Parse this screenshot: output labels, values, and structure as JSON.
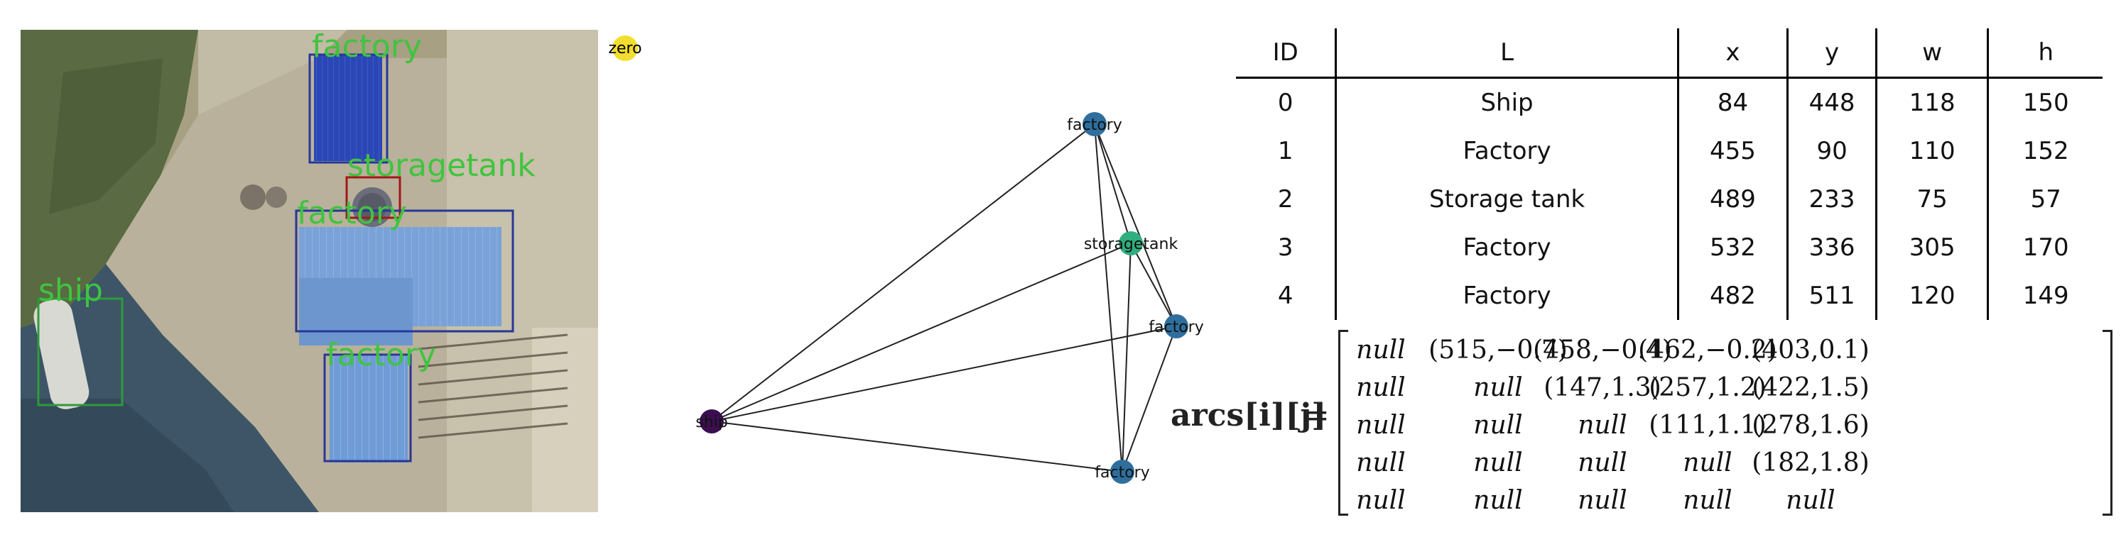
{
  "badge": {
    "label": "zero",
    "color": "#f3dd2e"
  },
  "aerial": {
    "detection_color": "#3fc43f",
    "detections": [
      {
        "label": "factory"
      },
      {
        "label": "storagetank"
      },
      {
        "label": "factory"
      },
      {
        "label": "ship"
      },
      {
        "label": "factory"
      }
    ]
  },
  "graph": {
    "nodes": [
      {
        "label": "factory",
        "color": "#2e6f9e"
      },
      {
        "label": "storagetank",
        "color": "#2fae7e"
      },
      {
        "label": "factory",
        "color": "#2e6f9e"
      },
      {
        "label": "ship",
        "color": "#3b0f4f"
      },
      {
        "label": "factory",
        "color": "#2e6f9e"
      }
    ]
  },
  "table": {
    "headers": [
      "ID",
      "L",
      "x",
      "y",
      "w",
      "h"
    ],
    "rows": [
      [
        "0",
        "Ship",
        "84",
        "448",
        "118",
        "150"
      ],
      [
        "1",
        "Factory",
        "455",
        "90",
        "110",
        "152"
      ],
      [
        "2",
        "Storage tank",
        "489",
        "233",
        "75",
        "57"
      ],
      [
        "3",
        "Factory",
        "532",
        "336",
        "305",
        "170"
      ],
      [
        "4",
        "Factory",
        "482",
        "511",
        "120",
        "149"
      ]
    ]
  },
  "arcs": {
    "label": "arcs[i][j]",
    "equals": "=",
    "matrix": [
      [
        "null",
        "(515,−0.7)",
        "(458,−0.4)",
        "(462,−0.2)",
        "(403,0.1)"
      ],
      [
        "null",
        "null",
        "(147,1.3)",
        "(257,1.2)",
        "(422,1.5)"
      ],
      [
        "null",
        "null",
        "null",
        "(111,1.1)",
        "(278,1.6)"
      ],
      [
        "null",
        "null",
        "null",
        "null",
        "(182,1.8)"
      ],
      [
        "null",
        "null",
        "null",
        "null",
        "null"
      ]
    ]
  }
}
